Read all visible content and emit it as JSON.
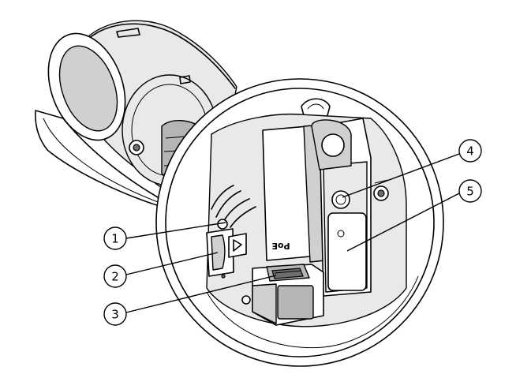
{
  "diagram": {
    "callouts": [
      {
        "id": "1",
        "label": "1"
      },
      {
        "id": "2",
        "label": "2"
      },
      {
        "id": "3",
        "label": "3"
      },
      {
        "id": "4",
        "label": "4"
      },
      {
        "id": "5",
        "label": "5"
      }
    ],
    "port_marking": "PoE"
  }
}
